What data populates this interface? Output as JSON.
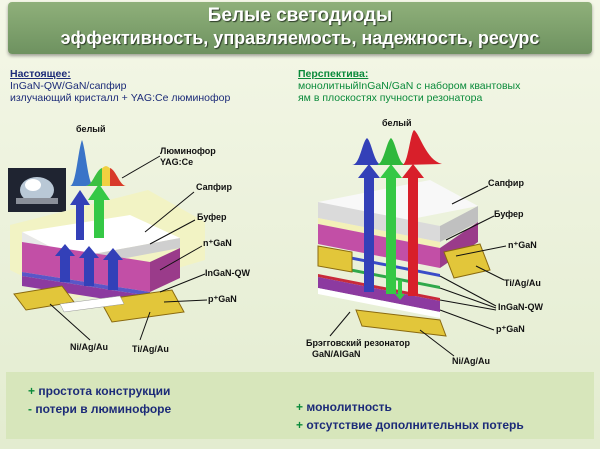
{
  "title": {
    "line1": "Белые светодиоды",
    "line2": "эффективность, управляемость, надежность, ресурс"
  },
  "left": {
    "heading": "Настоящее:",
    "line2": "InGaN-QW/GaN/сапфир",
    "line3": "излучающий кристалл + YAG:Ce люминофор",
    "labels": {
      "white": "белый",
      "phosphor1": "Люминофор",
      "phosphor2": "YAG:Ce",
      "sapphire": "Сапфир",
      "buffer": "Буфер",
      "ngan": "n⁺GaN",
      "qw": "InGaN-QW",
      "pgan": "p⁺GaN",
      "contact_n": "Ni/Ag/Au",
      "contact_p": "Ti/Ag/Au"
    },
    "bullets": [
      {
        "mark": "+",
        "text": "простота конструкции"
      },
      {
        "mark": "-",
        "text": "потери в люминофоре"
      }
    ]
  },
  "right": {
    "heading": "Перспектива:",
    "line2": "монолитныйInGaN/GaN  с набором квантовых",
    "line3": "ям в плоскостях пучности резонатора",
    "labels": {
      "white": "белый",
      "sapphire": "Сапфир",
      "buffer": "Буфер",
      "ngan": "n⁺GaN",
      "contact_p": "Ti/Ag/Au",
      "qw": "InGaN-QW",
      "pgan": "p⁺GaN",
      "bragg1": "Брэгговский резонатор",
      "bragg2": "GaN/AlGaN",
      "contact_n": "Ni/Ag/Au"
    },
    "bullets": [
      {
        "mark": "+",
        "text": "монолитность"
      },
      {
        "mark": "+",
        "text": "отсутствие дополнительных потерь"
      }
    ]
  },
  "colors": {
    "header": "#7a9c6a",
    "heading_left": "#1c2b78",
    "heading_right": "#0a8a3a",
    "sapphire": "#dcdcdc",
    "buffer": "#f3f0b8",
    "ngan": "#c24fa6",
    "pgan": "#8c3aa0",
    "contact": "#e2c63a",
    "blue": "#3340b8",
    "green": "#26c43a",
    "red": "#d81f2a"
  }
}
